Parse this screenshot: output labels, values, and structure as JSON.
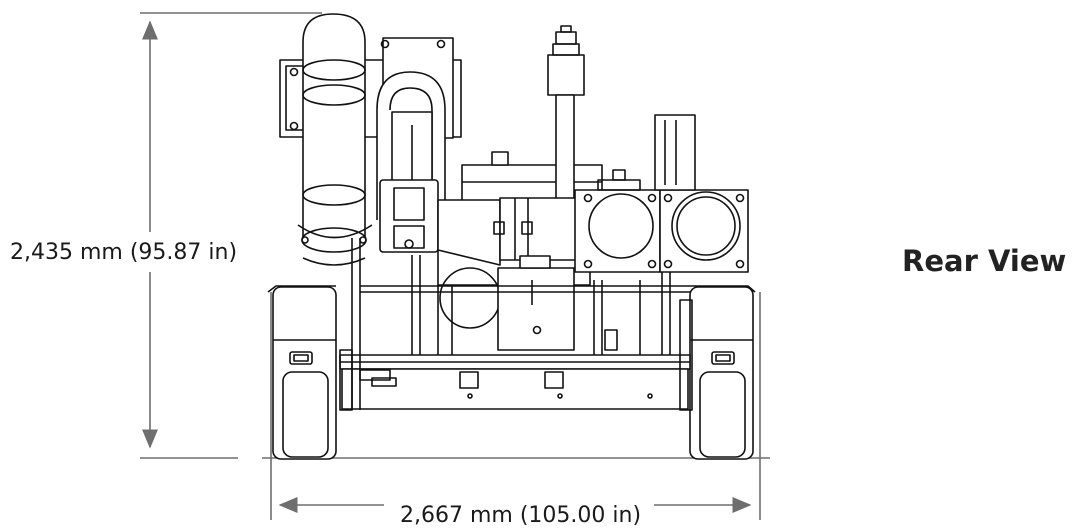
{
  "drawing": {
    "view_title": "Rear View",
    "height_dimension": "2,435 mm (95.87 in)",
    "width_dimension": "2,667 mm (105.00 in)"
  },
  "colors": {
    "line": "#111111",
    "dimension_line": "#6e6e6e",
    "background": "#ffffff"
  }
}
